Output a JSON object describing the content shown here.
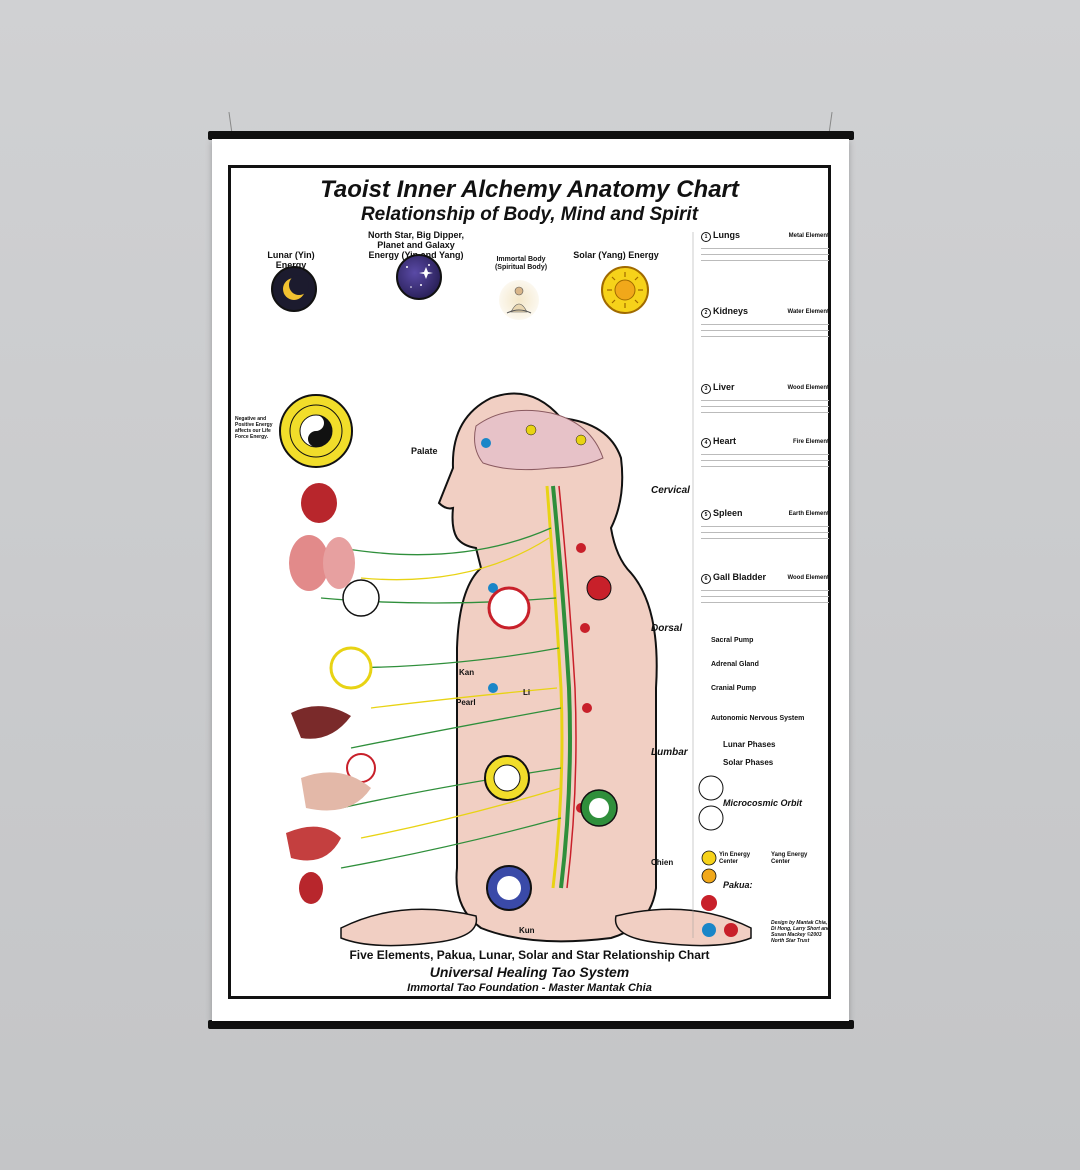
{
  "chart": {
    "title": "Taoist Inner Alchemy Anatomy Chart",
    "subtitle": "Relationship of Body, Mind and Spirit",
    "energies": {
      "lunar": "Lunar (Yin) Energy",
      "north_star": "North Star, Big Dipper, Planet and Galaxy Energy (Yin and Yang)",
      "immortal": "Immortal Body (Spiritual Body)",
      "solar": "Solar (Yang) Energy"
    },
    "labels": {
      "cervical": "Cervical",
      "dorsal": "Dorsal",
      "lumbar": "Lumbar",
      "palate": "Palate",
      "pearl": "Pearl",
      "kan": "Kan",
      "li": "Li",
      "kun": "Kun",
      "chien": "Chien",
      "negative": "Negative and Positive Energy affects our Life Force Energy."
    },
    "organs": [
      {
        "num": "1",
        "name": "Lungs",
        "element": "Metal Element"
      },
      {
        "num": "2",
        "name": "Kidneys",
        "element": "Water Element"
      },
      {
        "num": "3",
        "name": "Liver",
        "element": "Wood Element"
      },
      {
        "num": "4",
        "name": "Heart",
        "element": "Fire Element"
      },
      {
        "num": "5",
        "name": "Spleen",
        "element": "Earth Element"
      },
      {
        "num": "6",
        "name": "Gall Bladder",
        "element": "Wood Element"
      }
    ],
    "extras": [
      "Sacral Pump",
      "Adrenal Gland",
      "Cranial Pump",
      "Autonomic Nervous System",
      "Lunar Phases",
      "Solar Phases",
      "Microcosmic Orbit",
      "Pakua:"
    ],
    "legend": {
      "yin": "Yin Energy Center",
      "yang": "Yang Energy Center"
    },
    "credit": "Design by Mantak Chia, Di Hong, Larry Short and Susan Mackey ©2003 North Star Trust",
    "footer1": "Five Elements, Pakua, Lunar, Solar and Star Relationship Chart",
    "footer2": "Universal Healing Tao System",
    "footer3": "Immortal Tao Foundation - Master Mantak Chia"
  },
  "colors": {
    "yin_center": "#1a86c8",
    "yang_center": "#c8202a",
    "organ_ring": "#e8d314",
    "spine_green": "#2f8f3b",
    "body_skin": "#f1cfc3"
  }
}
